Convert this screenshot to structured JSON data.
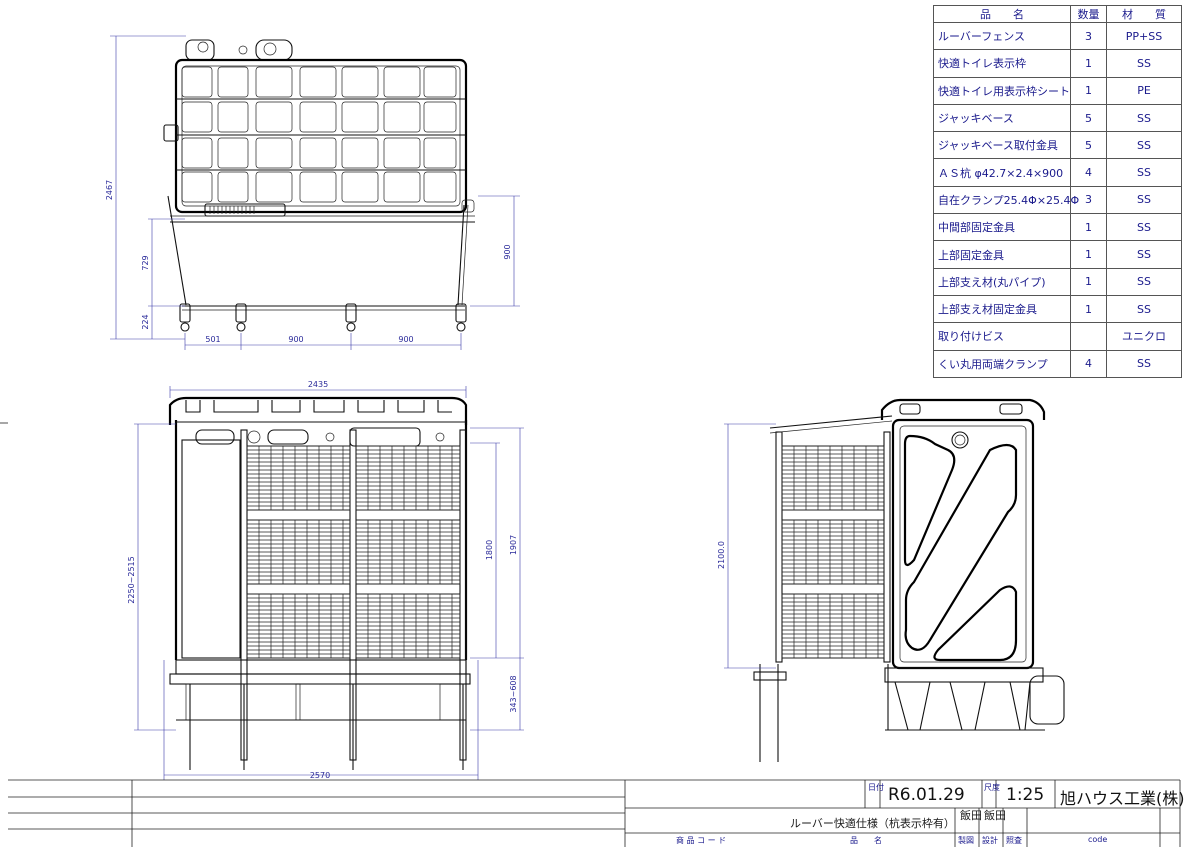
{
  "parts_table": {
    "headers": [
      "品　　名",
      "数量",
      "材　　質"
    ],
    "rows": [
      {
        "name": "ルーバーフェンス",
        "qty": "3",
        "material": "PP+SS"
      },
      {
        "name": "快適トイレ表示枠",
        "qty": "1",
        "material": "SS"
      },
      {
        "name": "快適トイレ用表示枠シート",
        "qty": "1",
        "material": "PE"
      },
      {
        "name": "ジャッキベース",
        "qty": "5",
        "material": "SS"
      },
      {
        "name": "ジャッキベース取付金具",
        "qty": "5",
        "material": "SS"
      },
      {
        "name": "ＡＳ杭 φ42.7×2.4×900",
        "qty": "4",
        "material": "SS"
      },
      {
        "name": "自在クランプ25.4Φ×25.4Φ",
        "qty": "3",
        "material": "SS"
      },
      {
        "name": "中間部固定金具",
        "qty": "1",
        "material": "SS"
      },
      {
        "name": "上部固定金具",
        "qty": "1",
        "material": "SS"
      },
      {
        "name": "上部支え材(丸パイプ)",
        "qty": "1",
        "material": "SS"
      },
      {
        "name": "上部支え材固定金具",
        "qty": "1",
        "material": "SS"
      },
      {
        "name": "取り付けビス",
        "qty": "",
        "material": "ユニクロ"
      },
      {
        "name": "くい丸用両端クランプ",
        "qty": "4",
        "material": "SS"
      }
    ]
  },
  "dimensions": {
    "plan": {
      "total_depth": "2467",
      "upper_offset": "729",
      "lower_offset": "224",
      "right_height": "900",
      "seg_left": "501",
      "seg_mid": "900",
      "seg_right": "900"
    },
    "front": {
      "top_width": "2435",
      "height_range": "2250~2515",
      "fence_height": "1800",
      "fence_total": "1907",
      "base_range": "343~608",
      "bottom_width": "2570"
    },
    "side": {
      "height": "2100.0"
    }
  },
  "title_block": {
    "date_label": "日付",
    "date": "R6.01.29",
    "scale_label": "尺度",
    "scale": "1:25",
    "company": "旭ハウス工業(株)",
    "product_name": "ルーバー快適仕様（杭表示枠有）",
    "maker_1": "飯田",
    "maker_2": "飯田",
    "footer_code_label": "商 品 コ ー ド",
    "footer_name_label": "品　　名",
    "footer_made": "製図",
    "footer_design": "設計",
    "footer_check": "照査",
    "footer_code": "code"
  }
}
